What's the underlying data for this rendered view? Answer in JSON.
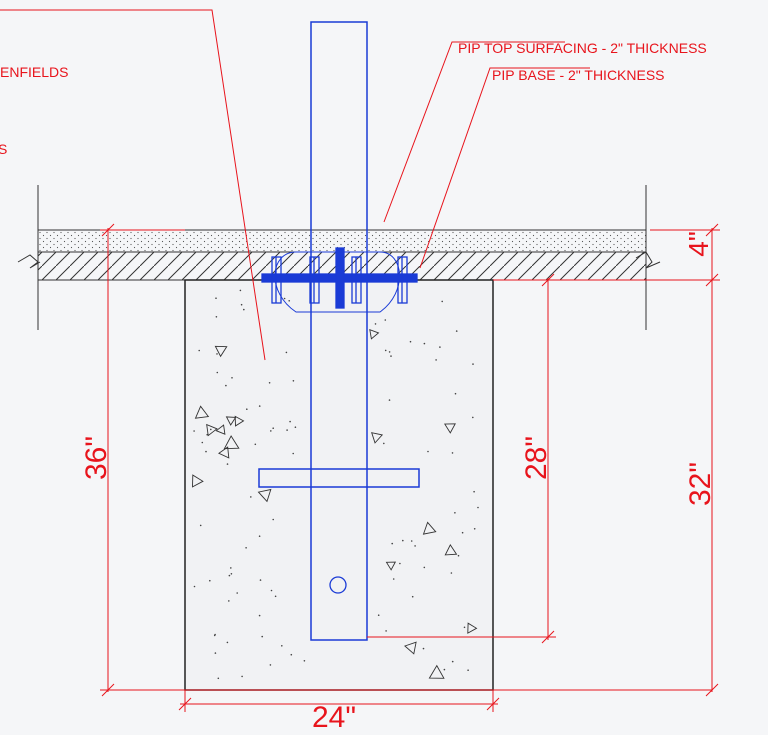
{
  "colors": {
    "background": "#f5f6f8",
    "annotation": "#e8141c",
    "steel": "#1a3bd6",
    "outline": "#222222",
    "concrete_fill": "#f1f2f4"
  },
  "callouts": {
    "top_surfacing": "PIP TOP SURFACING - 2\" THICKNESS",
    "base": "PIP BASE - 2\" THICKNESS",
    "partial_left_1": "ENFIELDS",
    "partial_left_2": "S"
  },
  "dimensions": {
    "footing_width": "24\"",
    "footing_depth_total": "36\"",
    "post_embed": "28\"",
    "footing_depth_below_base": "32\"",
    "surfacing_total": "4\""
  }
}
